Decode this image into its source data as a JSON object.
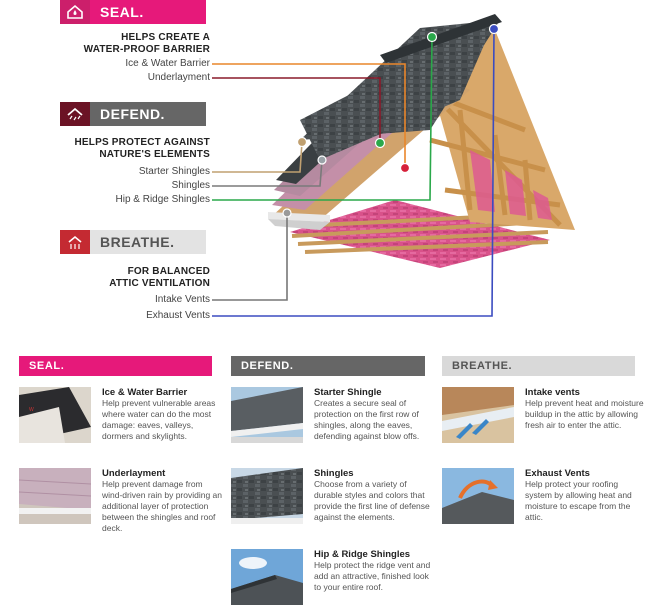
{
  "sections": {
    "seal": {
      "tag": "SEAL.",
      "headline": [
        "HELPS CREATE A",
        "WATER-PROOF BARRIER"
      ],
      "labels": [
        "Ice & Water Barrier",
        "Underlayment"
      ]
    },
    "defend": {
      "tag": "DEFEND.",
      "headline": [
        "HELPS PROTECT AGAINST",
        "NATURE'S ELEMENTS"
      ],
      "labels": [
        "Starter Shingles",
        "Shingles",
        "Hip & Ridge Shingles"
      ]
    },
    "breathe": {
      "tag": "BREATHE.",
      "headline": [
        "FOR BALANCED",
        "ATTIC VENTILATION"
      ],
      "labels": [
        "Intake Vents",
        "Exhaust Vents"
      ]
    }
  },
  "colors": {
    "seal": "#e6197a",
    "defend": "#666666",
    "breathe": "#d9d9d9",
    "ice_water": "#e9862a",
    "underlayment": "#8a1a2a",
    "starter": "#c0a070",
    "shingles": "#7a7a7a",
    "hip_ridge": "#2aa84a",
    "intake": "#777777",
    "exhaust": "#3b4cc0"
  },
  "columns": {
    "seal": {
      "header": "SEAL.",
      "items": [
        {
          "title": "Ice & Water Barrier",
          "desc": "Help prevent vulnerable areas where water can do the most damage: eaves, valleys, dormers and skylights."
        },
        {
          "title": "Underlayment",
          "desc": "Help prevent damage from wind-driven rain by providing an additional layer of protection between the shingles and roof deck."
        }
      ]
    },
    "defend": {
      "header": "DEFEND.",
      "items": [
        {
          "title": "Starter Shingle",
          "desc": "Creates a secure seal of protection on the first row of shingles, along the eaves, defending against blow offs."
        },
        {
          "title": "Shingles",
          "desc": "Choose from a variety of durable styles and colors that provide the first line of defense against the elements."
        },
        {
          "title": "Hip & Ridge Shingles",
          "desc": "Help protect the ridge vent and add an attractive, finished look to your entire roof."
        }
      ]
    },
    "breathe": {
      "header": "BREATHE.",
      "items": [
        {
          "title": "Intake vents",
          "desc": "Help prevent heat and moisture buildup in the attic by allowing fresh air to enter the attic."
        },
        {
          "title": "Exhaust Vents",
          "desc": "Help protect your roofing system by allowing heat and moisture to escape from the attic."
        }
      ]
    }
  },
  "icons": {
    "seal": "water-drop-shield-icon",
    "defend": "rain-roof-icon",
    "breathe": "airflow-house-icon"
  }
}
